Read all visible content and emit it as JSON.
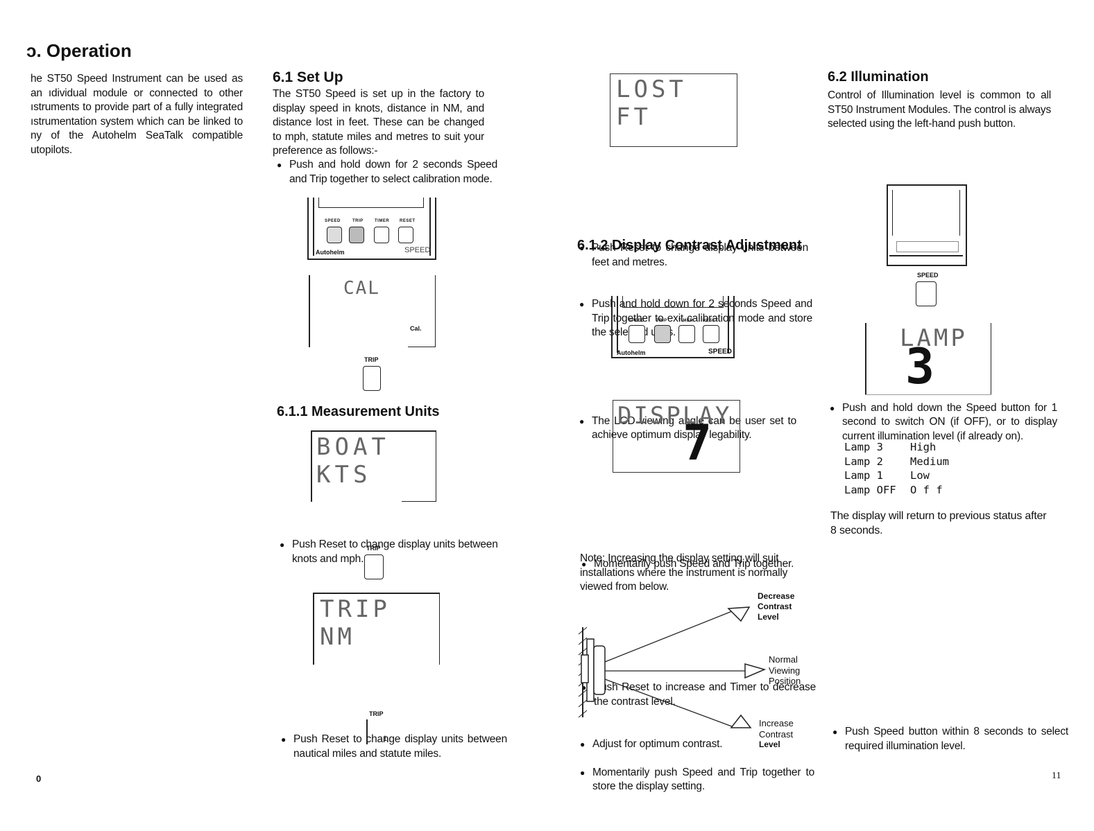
{
  "section_title": "ɔ. Operation",
  "intro": "he ST50 Speed Instrument can be used as an ıdividual module or connected to other ıstruments to provide part of a fully integrated ıstrumentation system which can be linked to ny of the Autohelm SeaTalk compatible utopilots.",
  "setup": {
    "heading": "6.1 Set Up",
    "body": "The ST50 Speed is set up in the factory to display speed in knots, distance in NM, and distance lost in feet. These can be changed to mph, statute miles and metres to suit your preference as follows:-",
    "bullet": "Push and hold down for 2 seconds Speed and Trip together to select calibration mode.",
    "instrument": {
      "buttons": [
        "SPEED",
        "TRIP",
        "TIMER",
        "RESET"
      ],
      "brand": "Autohelm",
      "model": "SPEED"
    },
    "cal_display": "CAL",
    "cal_label": "Cal.",
    "trip_label": "TRIP"
  },
  "units": {
    "heading": "6.1.1 Measurement Units",
    "display1": "BOAT KTS",
    "bullet1": "Push Reset to change display units between knots and mph.",
    "trip_label": "TRIP",
    "display2": "TRIP NM",
    "bullet2": "Push Reset to change display units between nautical miles and statute miles.",
    "trip_label2": "TRIP",
    "trip_digit": "1"
  },
  "col3": {
    "display_lost": "LOST FT",
    "bullet1": "Push Reset to change display units between feet and metres.",
    "bullet2": "Push and hold down for 2 seconds Speed and Trip together to exit calibration mode and store the selected units."
  },
  "contrast": {
    "heading": "6.1.2 Display Contrast Adjustment",
    "bullet1": "The LCD viewing angle can be user set to achieve optimum display legability.",
    "instrument": {
      "buttons": [
        "SPEED",
        "TRIP",
        "TIMER",
        "RESET"
      ],
      "brand": "Autohelm",
      "model": "SPEED"
    },
    "bullet2": "Momentarily push Speed and Trip together.",
    "display": "DISPLAY",
    "display_value": "7",
    "bullet3": "Push Reset to increase and Timer to decrease the contrast level.",
    "bullet4": "Adjust for optimum contrast.",
    "bullet5": "Momentarily push Speed and Trip together to store the display setting.",
    "note": "Note: Increasing the display setting will suit installations where the instrument is normally viewed from below.",
    "diagram": {
      "decrease": [
        "Decrease",
        "Contrast",
        "Level"
      ],
      "normal": [
        "Normal",
        "Viewing",
        "Position"
      ],
      "increase": [
        "Increase",
        "Contrast",
        "Level"
      ]
    }
  },
  "illumination": {
    "heading": "6.2 Illumination",
    "body": "Control of Illumination level is common to all ST50 Instrument Modules. The control is always selected using the left-hand push button.",
    "bullet1": "Push and hold down the Speed button for 1 second to switch ON (if OFF), or to display current illumination level (if already on).",
    "speed_label": "SPEED",
    "display": "LAMP",
    "display_value": "3",
    "bullet2": "Push Speed button within 8 seconds to select required illumination level.",
    "levels": [
      {
        "lamp": "Lamp 3",
        "level": "High"
      },
      {
        "lamp": "Lamp 2",
        "level": "Medium"
      },
      {
        "lamp": "Lamp 1",
        "level": "Low"
      },
      {
        "lamp": "Lamp OFF",
        "level": "O f f"
      }
    ],
    "footer": "The display will return to previous status after 8 seconds."
  },
  "page_left": "0",
  "page_right": "11"
}
